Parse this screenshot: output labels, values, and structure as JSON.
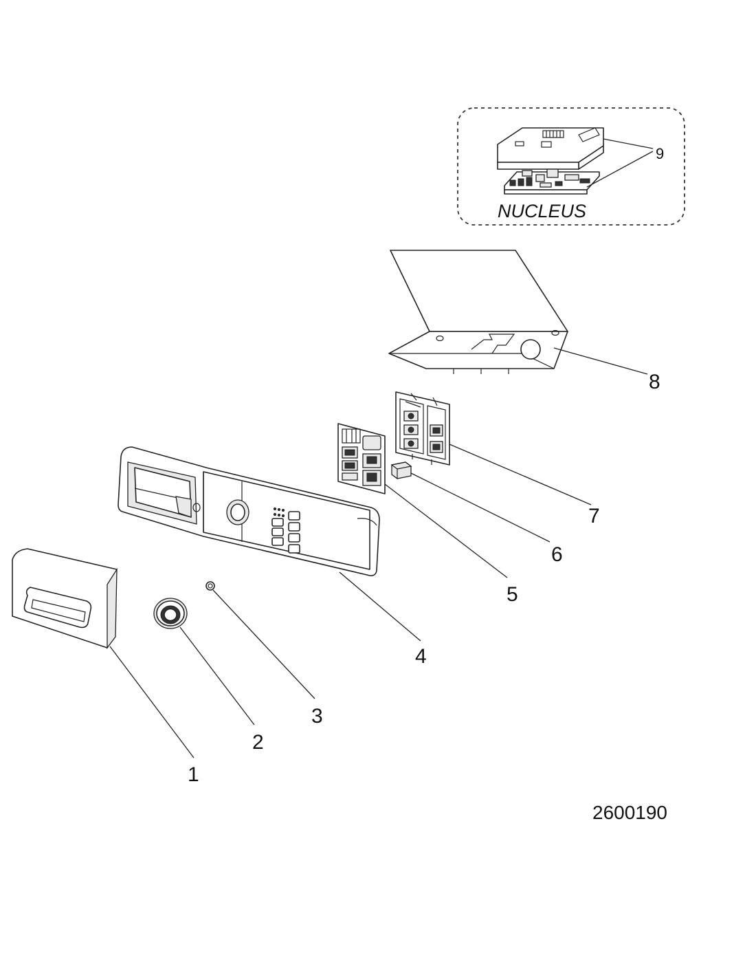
{
  "callouts": [
    {
      "id": "1",
      "label": "1"
    },
    {
      "id": "2",
      "label": "2"
    },
    {
      "id": "3",
      "label": "3"
    },
    {
      "id": "4",
      "label": "4"
    },
    {
      "id": "5",
      "label": "5"
    },
    {
      "id": "6",
      "label": "6"
    },
    {
      "id": "7",
      "label": "7"
    },
    {
      "id": "8",
      "label": "8"
    },
    {
      "id": "9",
      "label": "9"
    }
  ],
  "nucleus_label": "NUCLEUS",
  "document_number": "2600190"
}
